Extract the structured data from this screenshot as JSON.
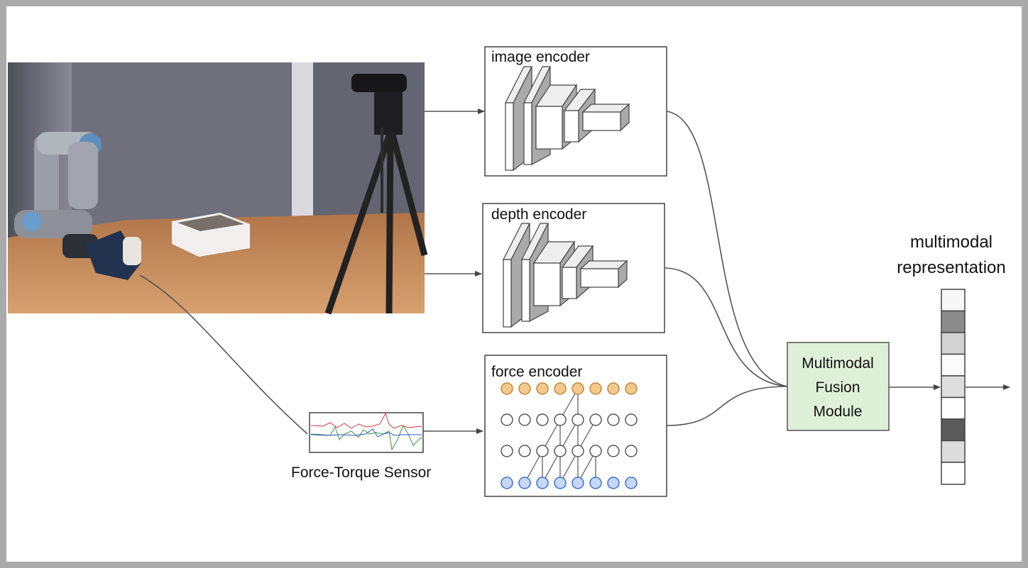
{
  "diagram": {
    "encoders": {
      "image": "image encoder",
      "depth": "depth encoder",
      "force": "force encoder"
    },
    "sensor_label": "Force-Torque Sensor",
    "fusion": [
      "Multimodal",
      "Fusion",
      "Module"
    ],
    "output": [
      "multimodal",
      "representation"
    ],
    "representation_cells": [
      "#f7f7f7",
      "#8c8c8c",
      "#d2d2d2",
      "#fbfbfb",
      "#dedede",
      "#ffffff",
      "#5a5a5a",
      "#dcdcdc",
      "#ffffff"
    ],
    "colors": {
      "fusion_fill": "#dff0d8",
      "force_top_nodes": "#f2c88d",
      "force_bottom_nodes": "#c7d8f5"
    }
  }
}
